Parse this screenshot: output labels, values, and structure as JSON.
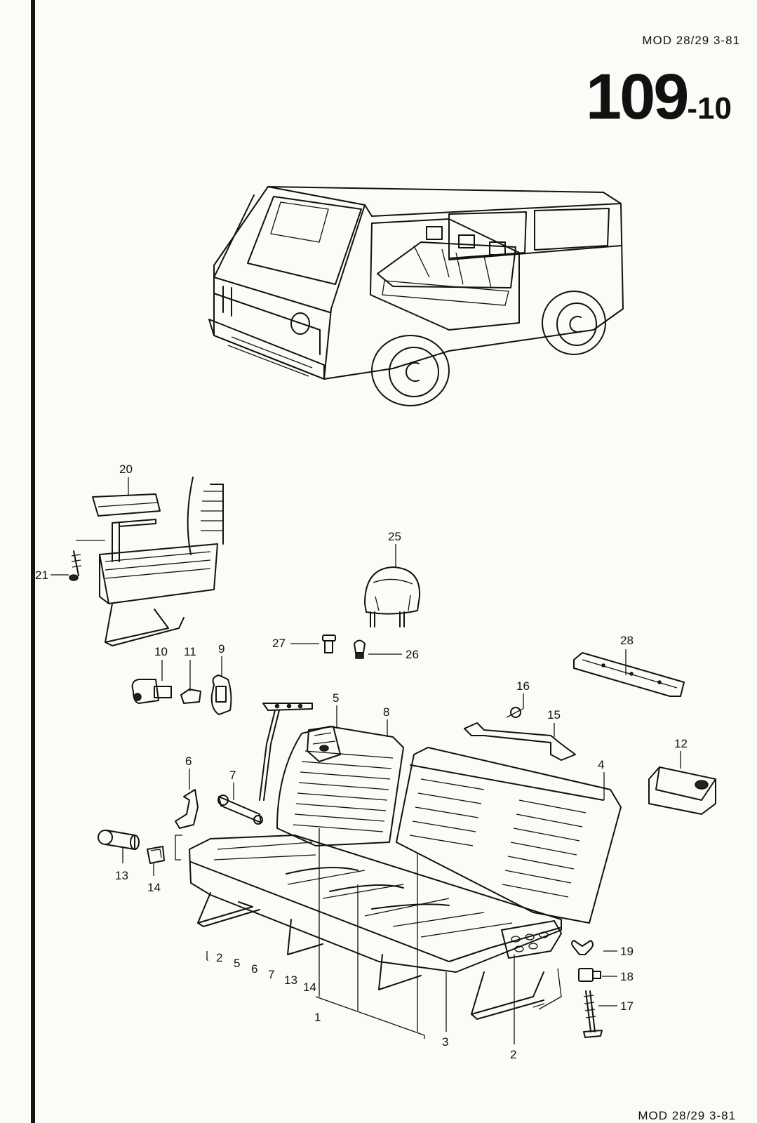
{
  "header": {
    "model_code": "MOD 28/29  3-81",
    "page_main": "109",
    "page_sub": "-10"
  },
  "footer": {
    "model_code": "MOD 28/29  3-81"
  },
  "callouts": [
    {
      "id": "c1",
      "label": "1"
    },
    {
      "id": "c2",
      "label": "2"
    },
    {
      "id": "c3",
      "label": "3"
    },
    {
      "id": "c4",
      "label": "4"
    },
    {
      "id": "c5",
      "label": "5"
    },
    {
      "id": "c6",
      "label": "6"
    },
    {
      "id": "c7",
      "label": "7"
    },
    {
      "id": "c8",
      "label": "8"
    },
    {
      "id": "c9",
      "label": "9"
    },
    {
      "id": "c10",
      "label": "10"
    },
    {
      "id": "c11",
      "label": "11"
    },
    {
      "id": "c12",
      "label": "12"
    },
    {
      "id": "c13",
      "label": "13"
    },
    {
      "id": "c14",
      "label": "14"
    },
    {
      "id": "c15",
      "label": "15"
    },
    {
      "id": "c16",
      "label": "16"
    },
    {
      "id": "c17",
      "label": "17"
    },
    {
      "id": "c18",
      "label": "18"
    },
    {
      "id": "c19",
      "label": "19"
    },
    {
      "id": "c20",
      "label": "20"
    },
    {
      "id": "c21",
      "label": "21"
    },
    {
      "id": "c25",
      "label": "25"
    },
    {
      "id": "c26",
      "label": "26"
    },
    {
      "id": "c27",
      "label": "27"
    },
    {
      "id": "c28",
      "label": "28"
    }
  ],
  "kit_group": [
    "2",
    "5",
    "6",
    "7",
    "13",
    "14"
  ]
}
